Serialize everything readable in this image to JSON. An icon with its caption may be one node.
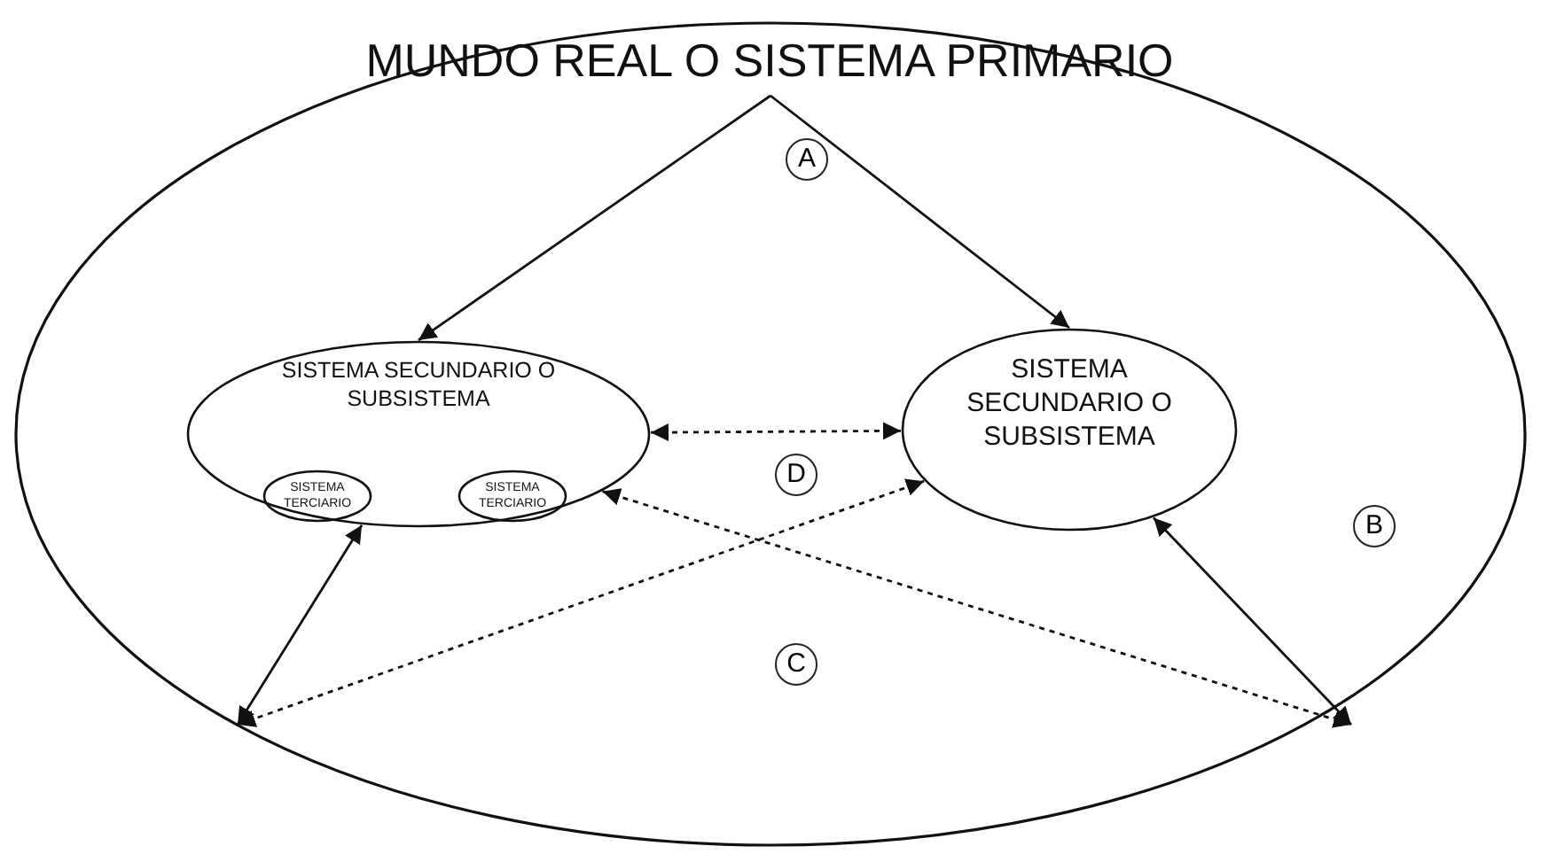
{
  "diagram": {
    "nodes": [
      {
        "text": [
          "MUNDO REAL O SISTEMA PRIMARIO"
        ]
      },
      {
        "text": [
          "SISTEMA SECUNDARIO O SUBSISTEMA"
        ],
        "in": 0
      },
      {
        "text": [
          "SISTEMA TERCIARIO"
        ],
        "in": 1
      },
      {
        "text": [
          "SISTEMA TERCIARIO"
        ],
        "in": 1
      },
      {
        "text": [
          "SISTEMA SECUNDARIO O SUBSISTEMA"
        ],
        "in": 0
      }
    ],
    "edges": [
      {
        "from": 0,
        "to": 1,
        "arrow": "to"
      },
      {
        "from": 0,
        "to": 4,
        "arrow": "to"
      },
      {
        "from": 1,
        "to": 4,
        "arrow": "both",
        "style": "dashed"
      },
      {
        "from": null,
        "to": 1,
        "arrow": "both"
      },
      {
        "from": null,
        "to": 4,
        "arrow": "both",
        "style": "dashed"
      },
      {
        "from": 1,
        "to": null,
        "arrow": "both",
        "style": "dashed"
      },
      {
        "from": 4,
        "to": null,
        "arrow": "both"
      }
    ],
    "labels": [
      "A",
      "D",
      "B",
      "C"
    ]
  }
}
